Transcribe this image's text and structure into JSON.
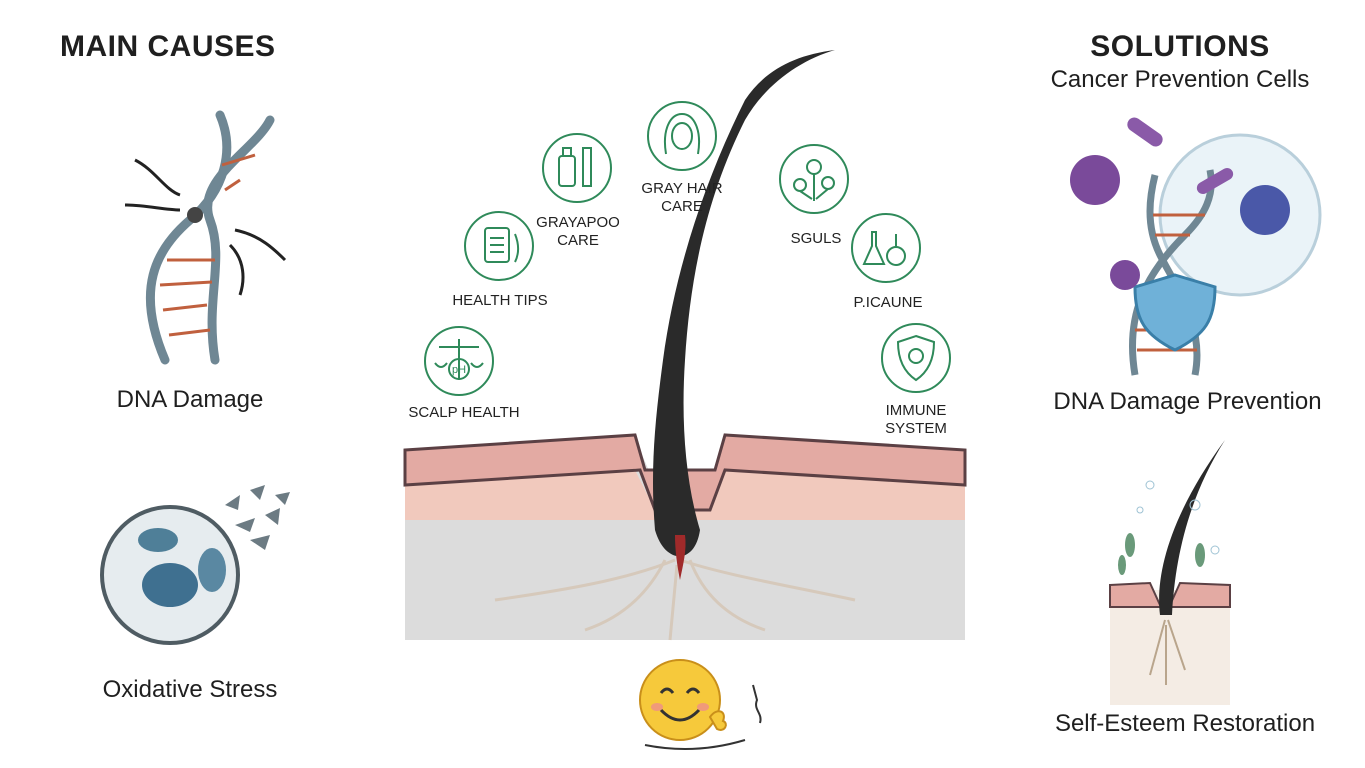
{
  "left": {
    "heading": "MAIN CAUSES",
    "causes": [
      {
        "label": "DNA Damage",
        "icon": "dna-broken-icon"
      },
      {
        "label": "Oxidative Stress",
        "icon": "cell-oxidative-icon"
      }
    ]
  },
  "right": {
    "heading": "SOLUTIONS",
    "subheading": "Cancer Prevention Cells",
    "solutions": [
      {
        "label": "DNA Damage Prevention",
        "icon": "dna-shield-icon"
      },
      {
        "label": "Self-Esteem Restoration",
        "icon": "hair-regrowth-icon"
      }
    ]
  },
  "center": {
    "topics": [
      {
        "label": "SCALP HEALTH",
        "icon": "ph-scale-icon"
      },
      {
        "label": "HEALTH TIPS",
        "icon": "clipboard-icon"
      },
      {
        "label": "GRAYAPOO\nCARE",
        "icon": "shampoo-comb-icon"
      },
      {
        "label": "GRAY HAIR\nCARE",
        "icon": "woman-face-icon"
      },
      {
        "label": "SGULS",
        "icon": "plant-cells-icon"
      },
      {
        "label": "P.ICAUNE",
        "icon": "flask-icon"
      },
      {
        "label": "IMMUNE SYSTEM",
        "icon": "immune-shield-icon"
      }
    ]
  },
  "colors": {
    "icon_green": "#2f8a5a",
    "skin_pink": "#e3aaa3",
    "hair_black": "#2a2a2a",
    "virus_purple": "#7a4a9a"
  }
}
